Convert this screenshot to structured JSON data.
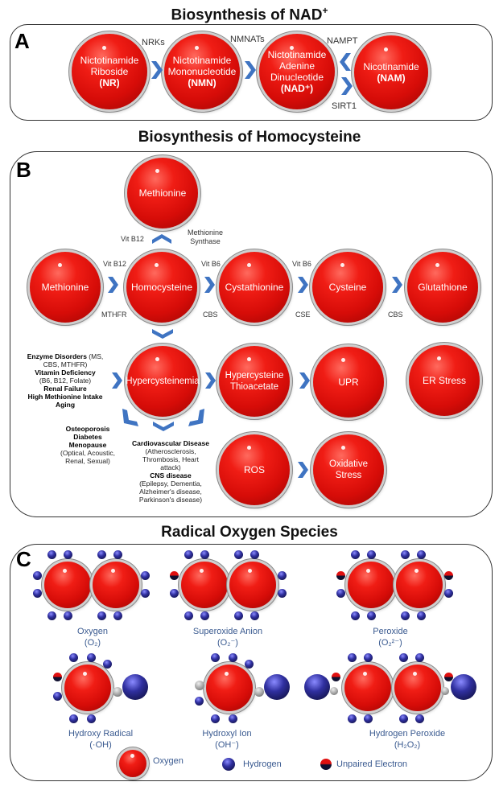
{
  "headings": {
    "nad": "Biosynthesis of NAD",
    "nad_sup": "+",
    "homocysteine": "Biosynthesis of Homocysteine",
    "ros": "Radical Oxygen Species"
  },
  "panel_labels": {
    "a": "A",
    "b": "B",
    "c": "C"
  },
  "panel_a": {
    "nr": {
      "line1": "Nictotinamide",
      "line2": "Riboside",
      "abbr": "(NR)"
    },
    "nmn": {
      "line1": "Nictotinamide",
      "line2": "Mononucleotide",
      "abbr": "(NMN)"
    },
    "nad": {
      "line1": "Nictotinamide",
      "line2": "Adenine",
      "line3": "Dinucleotide",
      "abbr": "(NAD⁺)"
    },
    "nam": {
      "line1": "Nicotinamide",
      "abbr": "(NAM)"
    },
    "enzymes": {
      "nrks": "NRKs",
      "nmnats": "NMNATs",
      "nampt": "NAMPT",
      "sirt1": "SIRT1"
    }
  },
  "panel_b": {
    "methionine_top": "Methionine",
    "vit_b12_top": "Vit B12",
    "methionine_synthase": "Methionine Synthase",
    "row1": {
      "methionine": "Methionine",
      "homocysteine": "Homocysteine",
      "cystathionine": "Cystathionine",
      "cysteine": "Cysteine",
      "glutathione": "Glutathione"
    },
    "cofactors": {
      "vit_b12": "Vit B12",
      "mthfr": "MTHFR",
      "vit_b6_a": "Vit B6",
      "cbs_a": "CBS",
      "vit_b6_b": "Vit B6",
      "cse": "CSE",
      "cbs_b": "CBS"
    },
    "row2": {
      "hypercysteinemia": "Hypercysteinemia",
      "thioacetate": "Hypercysteine Thioacetate",
      "upr": "UPR",
      "er_stress": "ER Stress"
    },
    "row3": {
      "ros": "ROS",
      "oxidative_stress": "Oxidative Stress"
    },
    "causes": {
      "enzyme_disorders_bold": "Enzyme Disorders",
      "enzyme_disorders_rest": " (MS,",
      "enzyme_line2": "CBS, MTHFR)",
      "vitamin_bold": "Vitamin Deficiency",
      "vitamin_line2": "(B6, B12, Folate)",
      "renal": "Renal Failure",
      "high_met": "High Methionine Intake",
      "aging": "Aging"
    },
    "effects_left": {
      "osteoporosis": "Osteoporosis",
      "diabetes": "Diabetes",
      "menopause": "Menopause",
      "menopause_detail1": "(Optical, Acoustic,",
      "menopause_detail2": "Renal, Sexual)"
    },
    "effects_right": {
      "cardio": "Cardiovascular Disease",
      "cardio_d1": "(Atherosclerosis,",
      "cardio_d2": "Thrombosis, Heart",
      "cardio_d3": "attack)",
      "cns": "CNS disease",
      "cns_d1": "(Epilepsy, Dementia,",
      "cns_d2": "Alzheimer's disease,",
      "cns_d3": "Parkinson's disease)"
    }
  },
  "panel_c": {
    "oxygen": {
      "name": "Oxygen",
      "formula": "(O₂)"
    },
    "superoxide": {
      "name": "Superoxide Anion",
      "formula": "(O₂⁻)"
    },
    "peroxide": {
      "name": "Peroxide",
      "formula": "(O₂²⁻)"
    },
    "hydroxy_radical": {
      "name": "Hydroxy Radical",
      "formula": "(·OH)"
    },
    "hydroxyl_ion": {
      "name": "Hydroxyl Ion",
      "formula": "(OH⁻)"
    },
    "hydrogen_peroxide": {
      "name": "Hydrogen Peroxide",
      "formula": "(H₂O₂)"
    },
    "legend": {
      "oxygen": "Oxygen",
      "hydrogen": "Hydrogen",
      "unpaired": "Unpaired Electron"
    }
  },
  "colors": {
    "atom_red": "#e01010",
    "chevron_blue": "#3f74c2",
    "caption_blue": "#3a5a90"
  }
}
